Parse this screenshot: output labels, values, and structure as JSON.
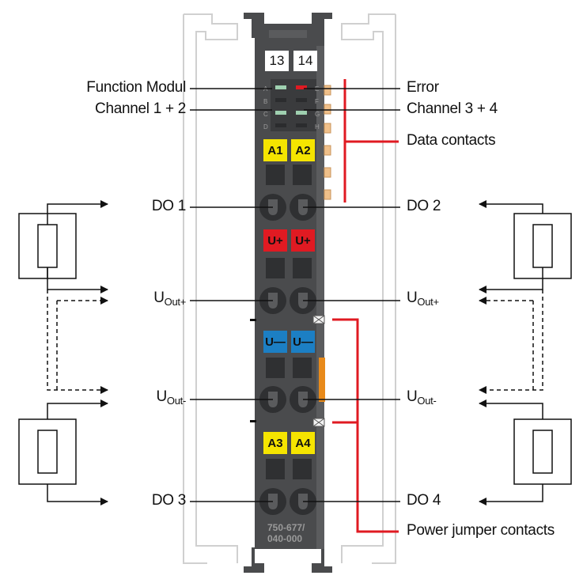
{
  "module": {
    "slot_left": "13",
    "slot_right": "14",
    "led_letters_left": [
      "A",
      "B",
      "C",
      "D"
    ],
    "led_letters_right": [
      "E",
      "F",
      "G",
      "H"
    ],
    "model_line1": "750-677/",
    "model_line2": "040-000",
    "body_color": "#4a4b4d",
    "tags": {
      "a1": "A1",
      "a2": "A2",
      "uplus_left": "U+",
      "uplus_right": "U+",
      "uminus_left": "U—",
      "uminus_right": "U—",
      "a3": "A3",
      "a4": "A4"
    }
  },
  "labels": {
    "function_modul": "Function Modul",
    "channel_1_2": "Channel 1 + 2",
    "error": "Error",
    "channel_3_4": "Channel 3 + 4",
    "data_contacts": "Data contacts",
    "do1": "DO 1",
    "do2": "DO 2",
    "do3": "DO 3",
    "do4": "DO 4",
    "u_main": "U",
    "u_out_plus_sub": "Out+",
    "u_out_minus_sub": "Out-",
    "power_jumper_contacts": "Power jumper contacts"
  },
  "colors": {
    "tag_yellow": "#f5e400",
    "tag_red": "#e01a22",
    "tag_blue": "#1c7fc4",
    "callout_red": "#e01a22",
    "contact_orange": "#f0c08a"
  }
}
